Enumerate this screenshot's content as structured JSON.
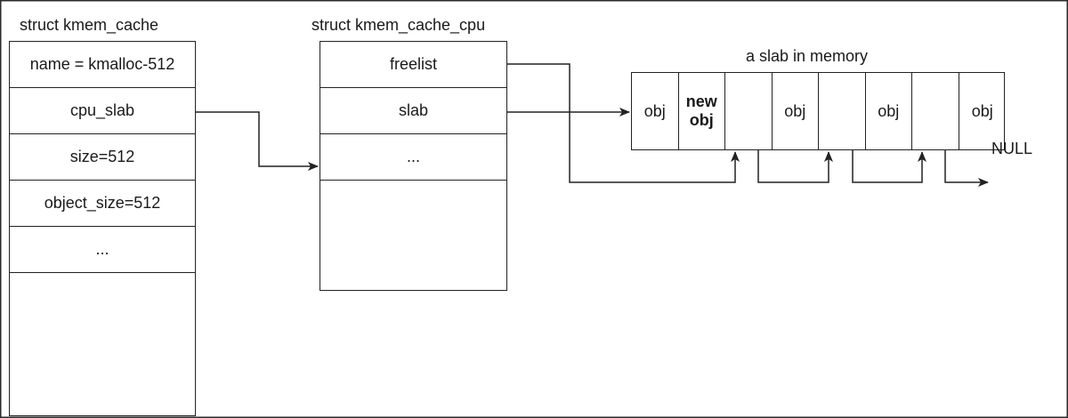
{
  "kmem_cache": {
    "title": "struct kmem_cache",
    "fields": [
      "name = kmalloc-512",
      "cpu_slab",
      "size=512",
      "object_size=512",
      "..."
    ]
  },
  "kmem_cache_cpu": {
    "title": "struct kmem_cache_cpu",
    "fields": [
      "freelist",
      "slab",
      "..."
    ]
  },
  "slab": {
    "title": "a slab in memory",
    "slots": [
      "obj",
      "new\nobj",
      "",
      "obj",
      "",
      "obj",
      "",
      "obj"
    ],
    "bold_slot": 1,
    "null_label": "NULL"
  },
  "colors": {
    "line": "#222222",
    "background": "#ffffff",
    "outer_frame": "#2a2a2a"
  }
}
